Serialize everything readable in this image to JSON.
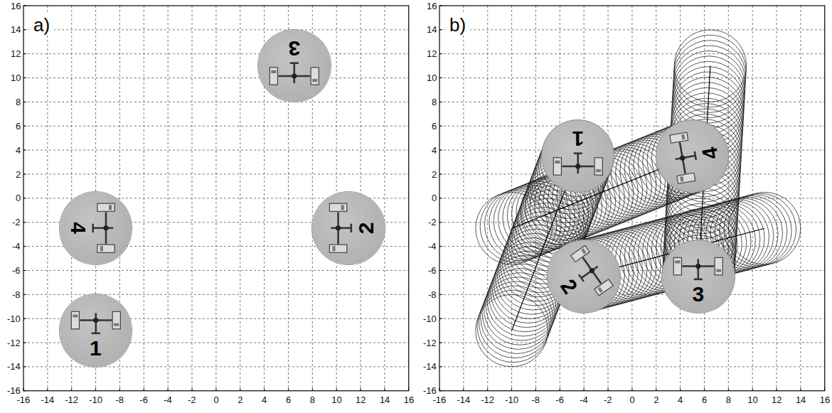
{
  "diagram": {
    "nodes": [
      {
        "text": [
          "3"
        ]
      },
      {
        "text": [
          "4"
        ]
      },
      {
        "text": [
          "2"
        ]
      },
      {
        "text": [
          "1"
        ]
      },
      {
        "text": [
          "1"
        ]
      },
      {
        "text": [
          "4"
        ]
      },
      {
        "text": [
          "2"
        ]
      },
      {
        "text": [
          "3"
        ]
      }
    ],
    "labels": [
      "a)",
      "b)",
      "-16",
      "-14",
      "-12",
      "-10",
      "-8",
      "-6",
      "-4",
      "-2",
      "0",
      "2",
      "4",
      "6",
      "8",
      "10",
      "12",
      "14",
      "16",
      "16",
      "14",
      "12",
      "10",
      "8",
      "6",
      "4",
      "2",
      "0",
      "-2",
      "-4",
      "-6",
      "-8",
      "-10",
      "-12",
      "-14",
      "-16",
      "-16",
      "-14",
      "-12",
      "-10",
      "-8",
      "-6",
      "-4",
      "-2",
      "0",
      "2",
      "4",
      "6",
      "8",
      "10",
      "12",
      "14",
      "16",
      "16",
      "14",
      "12",
      "10",
      "8",
      "6",
      "4",
      "2",
      "0",
      "-2",
      "-4",
      "-6",
      "-8",
      "-10",
      "-12",
      "-14",
      "-16"
    ]
  }
}
